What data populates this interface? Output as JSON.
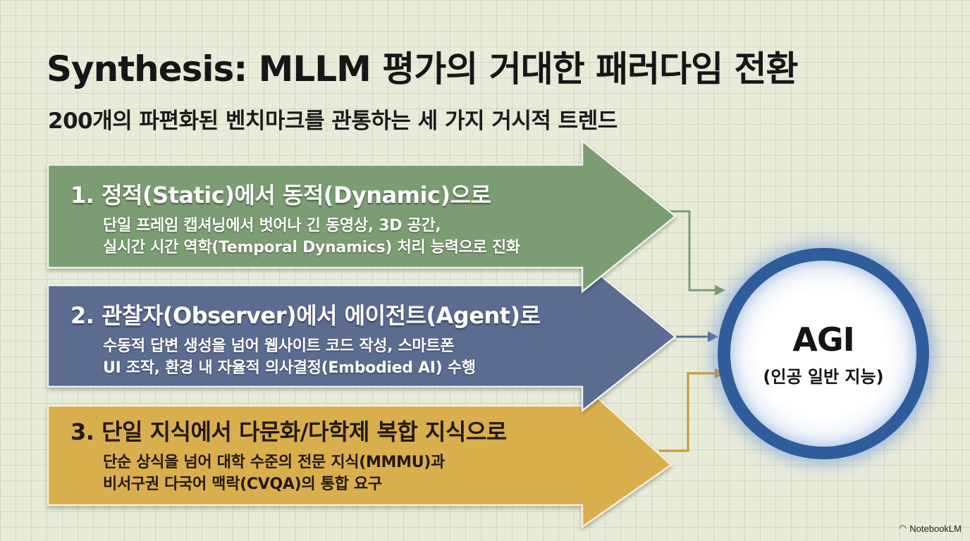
{
  "title": "Synthesis: MLLM 평가의 거대한 패러다임 전환",
  "subtitle": "200개의 파편화된 벤치마크를 관통하는 세 가지 거시적 트렌드",
  "trends": [
    {
      "heading": "1. 정적(Static)에서 동적(Dynamic)으로",
      "lines": [
        "단일 프레임 캡셔닝에서 벗어나 긴 동영상, 3D 공간,",
        "실시간 시간 역학(Temporal Dynamics) 처리 능력으로 진화"
      ],
      "color": "#7b9c73"
    },
    {
      "heading": "2. 관찰자(Observer)에서 에이전트(Agent)로",
      "lines": [
        "수동적 답변 생성을 넘어 웹사이트 코드 작성, 스마트폰",
        "UI 조작, 환경 내 자율적 의사결정(Embodied AI) 수행"
      ],
      "color": "#5b6c91"
    },
    {
      "heading": "3. 단일 지식에서 다문화/다학제 복합 지식으로",
      "lines": [
        "단순 상식을 넘어 대학 수준의 전문 지식(MMMU)과",
        "비서구권 다국어 맥락(CVQA)의 통합 요구"
      ],
      "color": "#d9ae4e"
    }
  ],
  "target": {
    "title": "AGI",
    "subtitle": "(인공 일반 지능)",
    "ring_color": "#2f5d9c"
  },
  "watermark": "NotebookLM",
  "icons": {
    "watermark": "notebooklm-logo-icon"
  }
}
